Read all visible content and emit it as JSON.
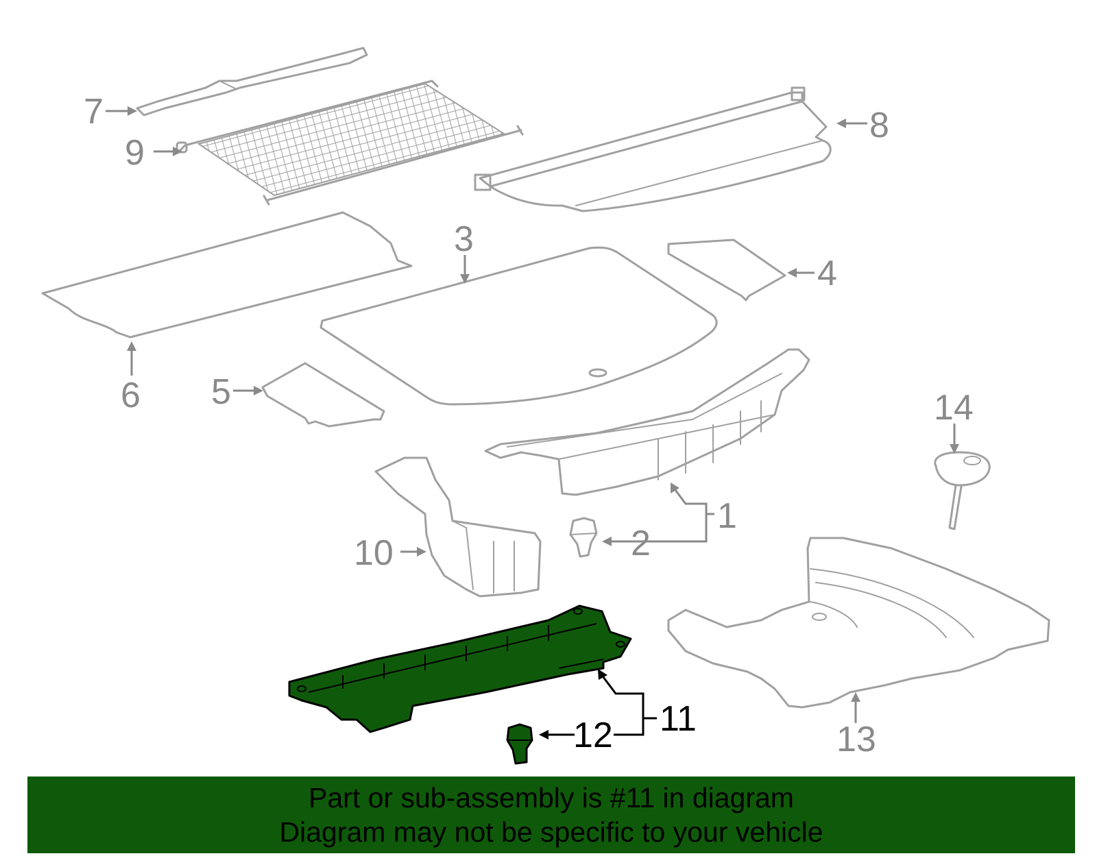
{
  "callouts": {
    "c1": "1",
    "c2": "2",
    "c3": "3",
    "c4": "4",
    "c5": "5",
    "c6": "6",
    "c7": "7",
    "c8": "8",
    "c9": "9",
    "c10": "10",
    "c11": "11",
    "c12": "12",
    "c13": "13",
    "c14": "14"
  },
  "highlight": {
    "part": "11",
    "color": "#0f5a0a"
  },
  "banner": {
    "line1": "Part or sub-assembly is #11 in diagram",
    "line2": "Diagram may not be specific to your vehicle",
    "color": "#0f5a0a"
  }
}
